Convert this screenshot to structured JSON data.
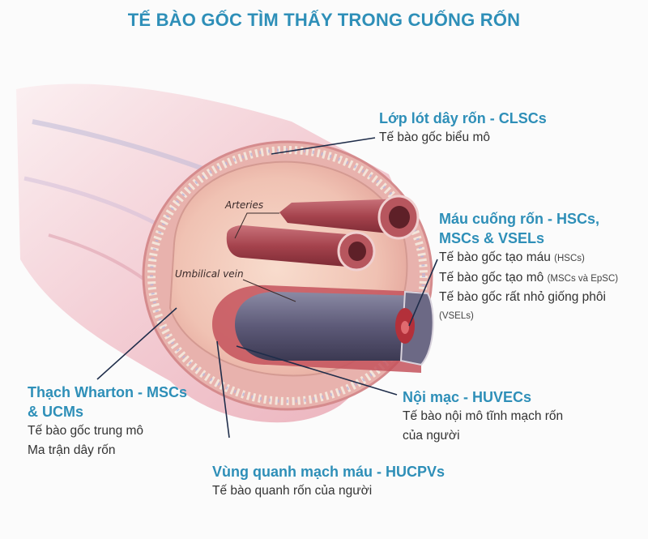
{
  "title": "TẾ BÀO GỐC TÌM THẤY TRONG CUỐNG RỐN",
  "colors": {
    "heading": "#2e8fb8",
    "body_text": "#333333",
    "leader_line": "#1f2d4a",
    "tissue": "#f2c4b8",
    "artery": "#a8454e",
    "vein": "#5a5672"
  },
  "illustration_tags": {
    "arteries": "Arteries",
    "umbilical_vein": "Umbilical vein"
  },
  "labels": {
    "lining": {
      "heading": "Lớp lót dây rốn - CLSCs",
      "lines": [
        "Tế bào gốc biểu mô"
      ]
    },
    "cord_blood": {
      "heading_1": "Máu cuống rốn - HSCs,",
      "heading_2": "MSCs & VSELs",
      "items": [
        {
          "text": "Tế bào gốc tạo máu ",
          "note": "(HSCs)"
        },
        {
          "text": "Tế bào gốc tạo mô ",
          "note": "(MSCs và EpSC)"
        },
        {
          "text": "Tế bào gốc rất nhỏ giống phôi",
          "note": "(VSELs)"
        }
      ]
    },
    "wharton": {
      "heading_1": "Thạch Wharton - MSCs",
      "heading_2": "& UCMs",
      "lines": [
        "Tế bào gốc trung mô",
        "Ma trận dây rốn"
      ]
    },
    "endothelium": {
      "heading": "Nội mạc - HUVECs",
      "lines": [
        "Tế bào nội mô tĩnh mạch rốn",
        "của người"
      ]
    },
    "perivascular": {
      "heading": "Vùng quanh mạch máu - HUCPVs",
      "lines": [
        "Tế bào quanh rốn của người"
      ]
    }
  }
}
